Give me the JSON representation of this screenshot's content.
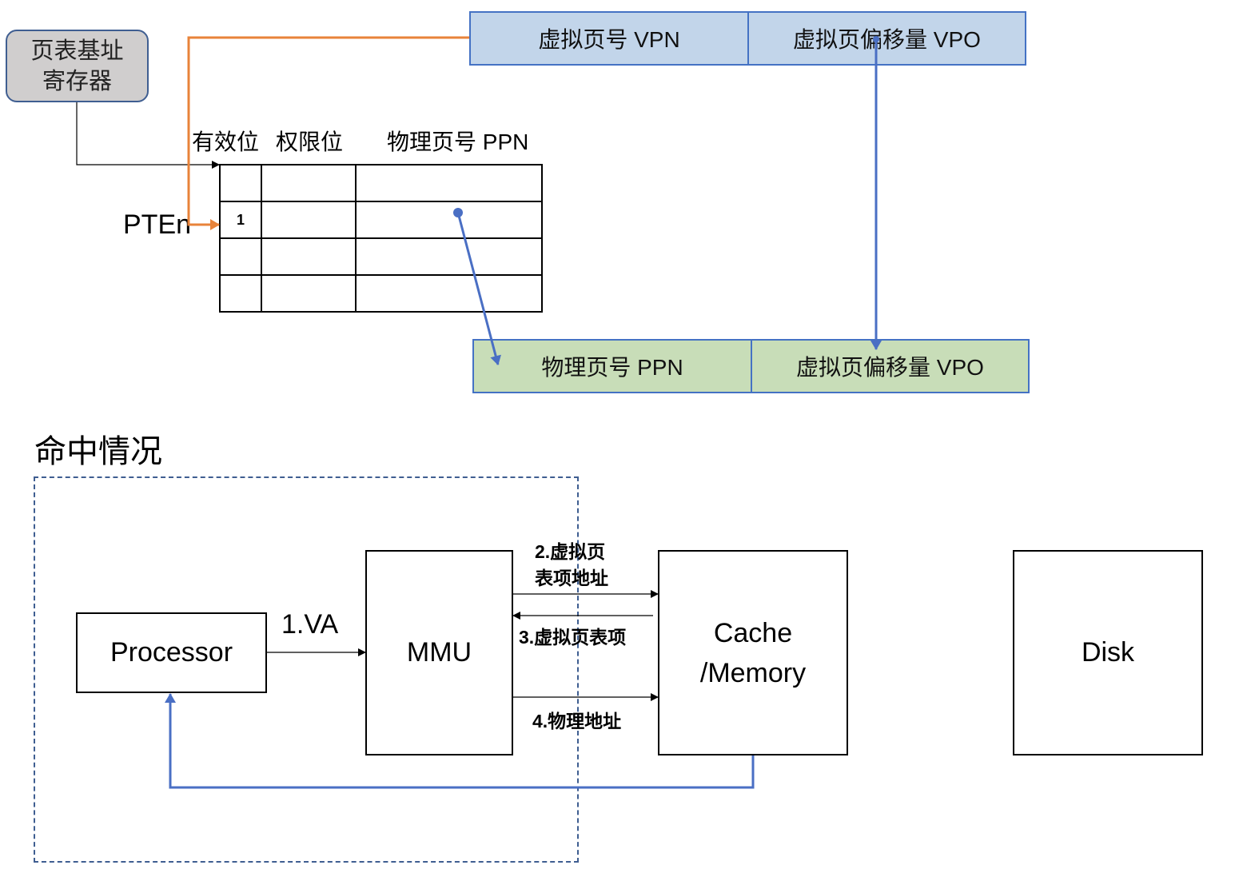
{
  "register": {
    "line1": "页表基址",
    "line2": "寄存器"
  },
  "virtual_address": {
    "fields": [
      {
        "label": "虚拟页号 VPN"
      },
      {
        "label": "虚拟页偏移量 VPO"
      }
    ]
  },
  "page_table": {
    "headers": [
      "有效位",
      "权限位",
      "物理页号 PPN"
    ],
    "rows": [
      [
        "",
        "",
        ""
      ],
      [
        "1",
        "",
        ""
      ],
      [
        "",
        "",
        ""
      ],
      [
        "",
        "",
        ""
      ]
    ],
    "entry_label": "PTEn"
  },
  "physical_address": {
    "fields": [
      {
        "label": "物理页号 PPN"
      },
      {
        "label": "虚拟页偏移量 VPO"
      }
    ]
  },
  "section_title": "命中情况",
  "blocks": {
    "processor": "Processor",
    "mmu": "MMU",
    "cache_line1": "Cache",
    "cache_line2": "/Memory",
    "disk": "Disk"
  },
  "edges": {
    "step1": "1.VA",
    "step2_line1": "2.虚拟页",
    "step2_line2": "表项地址",
    "step3": "3.虚拟页表项",
    "step4": "4.物理地址"
  },
  "colors": {
    "orange_arrow": "#e8833a",
    "blue_arrow": "#4a6fc4",
    "va_fill": "#c2d5ea",
    "pa_fill": "#c8ddb8",
    "register_fill": "#d0cece",
    "frame_dash": "#3f5e91"
  }
}
